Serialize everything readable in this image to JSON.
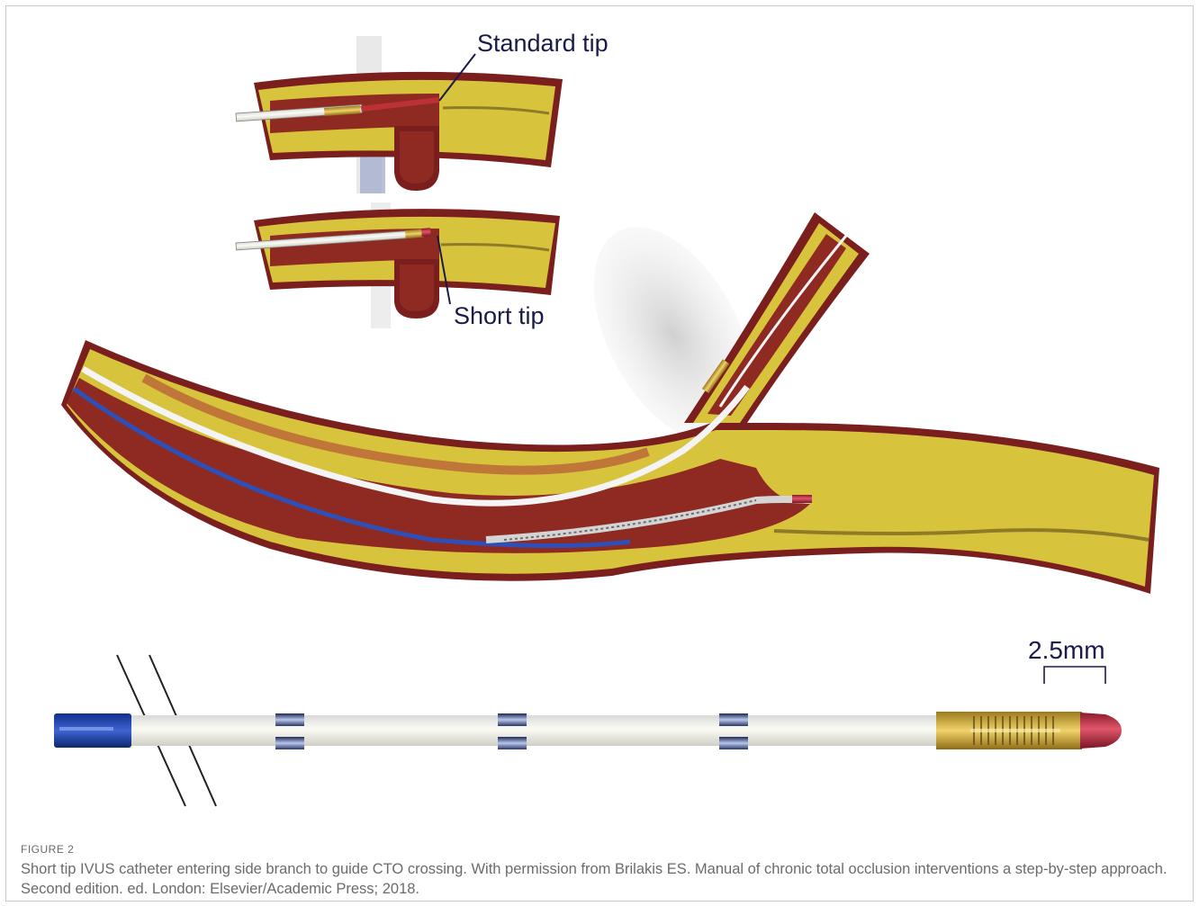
{
  "figure": {
    "label": "FIGURE 2",
    "caption": "Short tip IVUS catheter entering side branch to guide CTO crossing. With permission from Brilakis ES. Manual of chronic total occlusion interventions a step-by-step approach. Second edition. ed. London: Elsevier/Academic Press; 2018."
  },
  "annotations": {
    "standard_tip": "Standard tip",
    "short_tip": "Short tip",
    "tip_length": "2.5mm"
  },
  "colors": {
    "vessel_wall": "#7a1e1e",
    "plaque": "#d8c33c",
    "lumen": "#8f2a22",
    "catheter_blue": "#1f3f9c",
    "transducer_gold": "#c7a63a",
    "tip_red": "#b8283a"
  }
}
